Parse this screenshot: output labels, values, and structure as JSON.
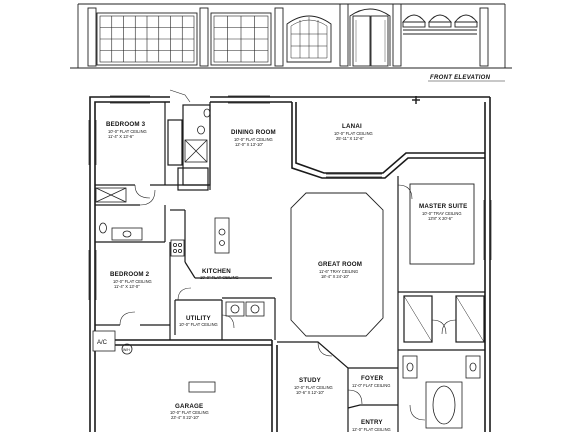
{
  "elevation": {
    "caption": "FRONT ELEVATION"
  },
  "rooms": {
    "bedroom3": {
      "name": "BEDROOM 3",
      "ceiling": "10'-0\" FLAT CEILING",
      "size": "11'-4\" X 13'-6\""
    },
    "dining": {
      "name": "DINING ROOM",
      "ceiling": "10'-0\" FLAT CEILING",
      "size": "12'-0\" X 13'-10\""
    },
    "lanai": {
      "name": "LANAI",
      "ceiling": "10'-0\" FLAT CEILING",
      "size": "25'-11\" X 12'-6\""
    },
    "master": {
      "name": "MASTER SUITE",
      "ceiling": "10'-0\" TRAY CEILING",
      "size": "13'8\" X 20'-6\""
    },
    "great": {
      "name": "GREAT ROOM",
      "ceiling": "11'-6\" TRAY CEILING",
      "size": "18'-4\" X 24'-10\""
    },
    "kitchen": {
      "name": "KITCHEN",
      "ceiling": "10'-0\" FLAT CEILING",
      "size": ""
    },
    "bedroom2": {
      "name": "BEDROOM 2",
      "ceiling": "10'-0\" FLAT CEILING",
      "size": "11'-4\" X 13'-0\""
    },
    "utility": {
      "name": "UTILITY",
      "ceiling": "10'-0\" FLAT CEILING",
      "size": ""
    },
    "garage": {
      "name": "GARAGE",
      "ceiling": "10'-0\" FLAT CEILING",
      "size": "23'-4\" X 22'-10\""
    },
    "study": {
      "name": "STUDY",
      "ceiling": "10'-0\" FLAT CEILING",
      "size": "10'-6\" X 12'-10\""
    },
    "foyer": {
      "name": "FOYER",
      "ceiling": "11'-0\" FLAT CEILING",
      "size": ""
    },
    "entry": {
      "name": "ENTRY",
      "ceiling": "12'-0\" FLAT CEILING",
      "size": ""
    }
  },
  "equipment": {
    "ac": "A/C",
    "water_heater": "W/H"
  }
}
